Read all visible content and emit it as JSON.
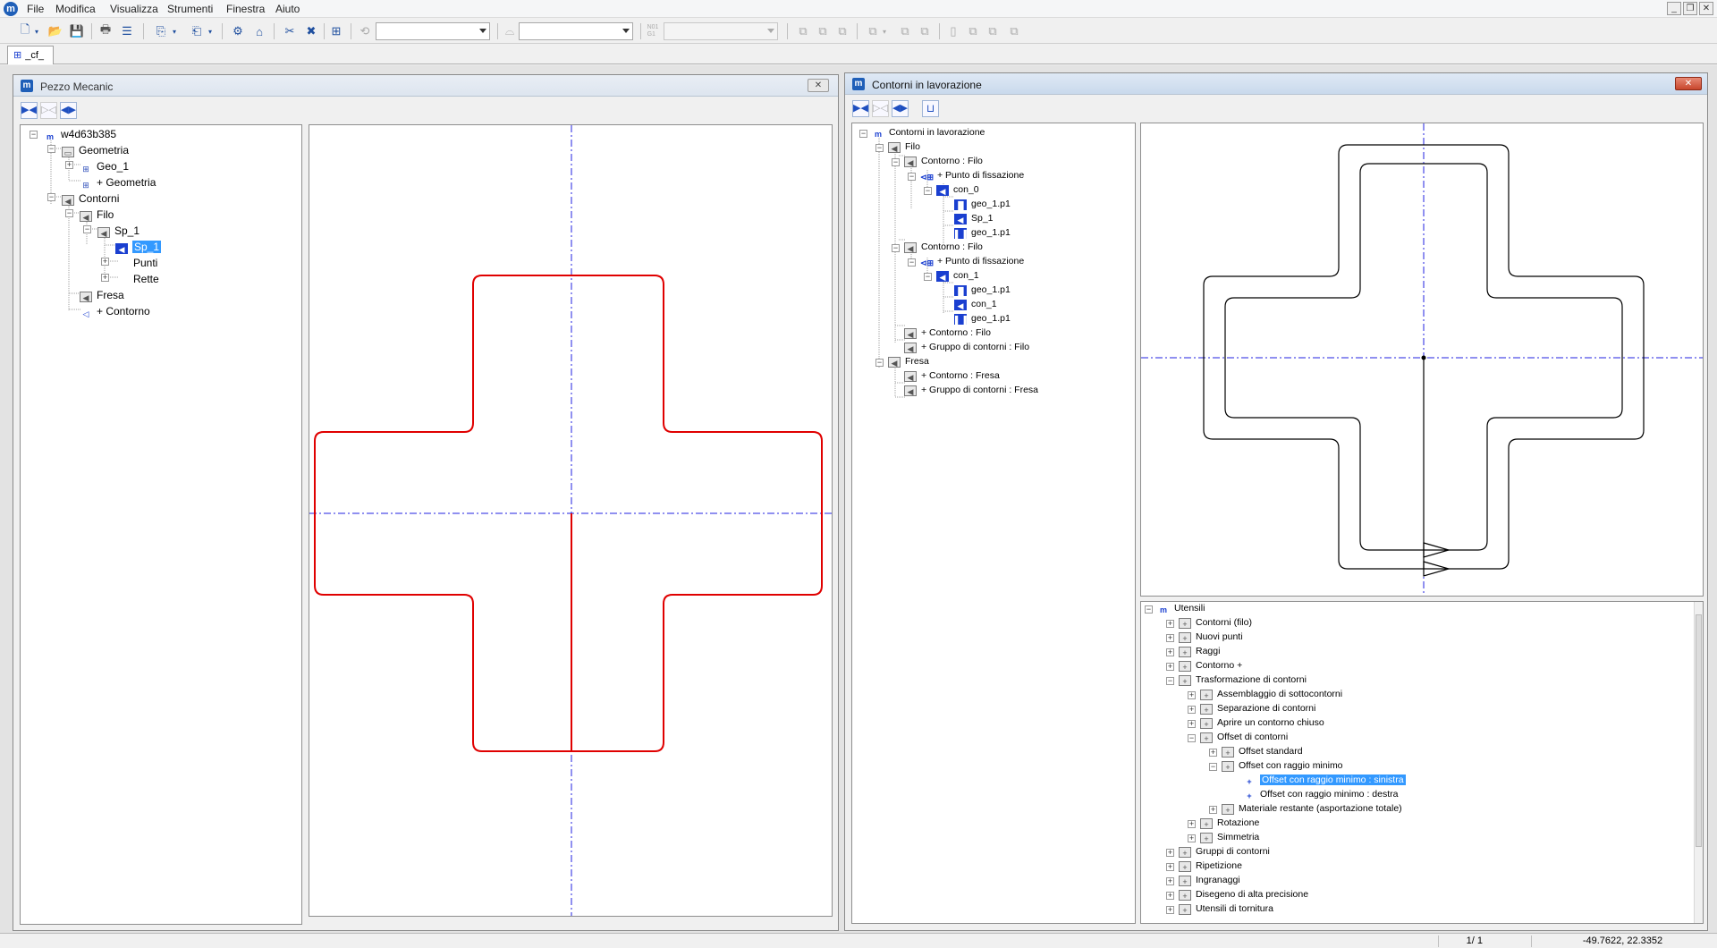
{
  "menu": {
    "items": [
      "File",
      "Modifica",
      "Visualizza",
      "Strumenti",
      "Finestra",
      "Aiuto"
    ]
  },
  "doc_tab": {
    "label": "_cf_"
  },
  "left_window": {
    "title": "Pezzo Mecanic",
    "tree": {
      "root": "w4d63b385",
      "geometria": "Geometria",
      "geo_1": "Geo_1",
      "plus_geometria": "+ Geometria",
      "contorni": "Contorni",
      "filo": "Filo",
      "sp_1_parent": "Sp_1",
      "sp_1_selected": "Sp_1",
      "punti": "Punti",
      "rette": "Rette",
      "fresa": "Fresa",
      "plus_contorno": "+ Contorno"
    }
  },
  "right_window": {
    "title": "Contorni in lavorazione",
    "tree": {
      "root": "Contorni in lavorazione",
      "filo": "Filo",
      "contorno_filo_1": "Contorno : Filo",
      "punto_fissazione_1": "+ Punto di fissazione",
      "con_0": "con_0",
      "geo_1_p1_a": "geo_1.p1",
      "sp_1": "Sp_1",
      "geo_1_p1_b": "geo_1.p1",
      "contorno_filo_2": "Contorno : Filo",
      "punto_fissazione_2": "+ Punto di fissazione",
      "con_1": "con_1",
      "geo_1_p1_c": "geo_1.p1",
      "con_1_b": "con_1",
      "geo_1_p1_d": "geo_1.p1",
      "plus_contorno_filo": "+ Contorno : Filo",
      "plus_gruppo_filo": "+ Gruppo di contorni : Filo",
      "fresa": "Fresa",
      "plus_contorno_fresa": "+ Contorno : Fresa",
      "plus_gruppo_fresa": "+ Gruppo di contorni : Fresa"
    },
    "utensili": {
      "root": "Utensili",
      "items": [
        "Contorni (filo)",
        "Nuovi punti",
        "Raggi",
        "Contorno +",
        "Trasformazione di contorni",
        "Assemblaggio di sottocontorni",
        "Separazione di contorni",
        "Aprire un contorno chiuso",
        "Offset di contorni",
        "Offset standard",
        "Offset con raggio minimo",
        "Offset con raggio minimo : sinistra",
        "Offset con raggio minimo : destra",
        "Materiale restante (asportazione totale)",
        "Rotazione",
        "Simmetria",
        "Gruppi di contorni",
        "Ripetizione",
        "Ingranaggi",
        "Disegeno di alta precisione",
        "Utensili di tornitura"
      ]
    }
  },
  "status": {
    "page": "1/ 1",
    "coords": "-49.7622,  22.3352"
  },
  "colors": {
    "contour": "#e00000",
    "axis": "#2020e0",
    "selection": "#3399ff",
    "icon_blue": "#1a3fd0"
  }
}
